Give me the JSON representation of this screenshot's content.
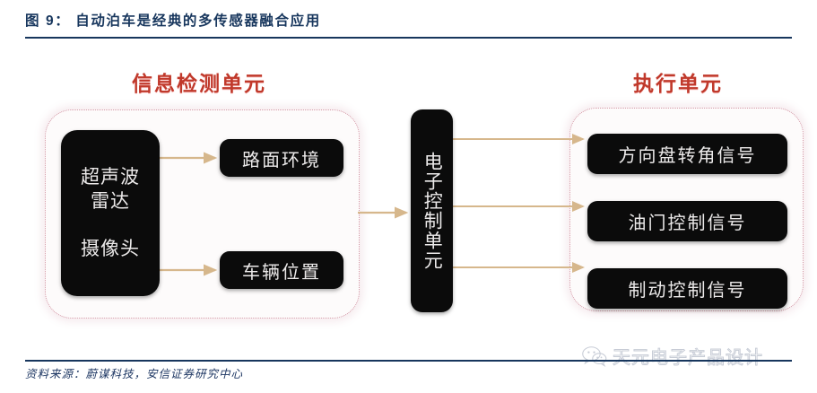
{
  "title": "图 9：  自动泊车是经典的多传感器融合应用",
  "footer": {
    "source": "资料来源：蔚谋科技，安信证券研究中心",
    "watermark_text": "天元电子产品设计",
    "watermark_icon": "wechat-logo-icon"
  },
  "colors": {
    "title_blue": "#17365d",
    "group_title_red": "#c0392b",
    "dashed_border_pink": "#d59aa8",
    "node_black": "#0b0b0b",
    "node_text": "#eceaea",
    "connector_tan": "#d6b78c"
  },
  "diagram": {
    "groups": [
      {
        "id": "detection",
        "title": "信息检测单元",
        "nodes": [
          {
            "id": "sensors",
            "line1": "超声波",
            "line2": "雷达",
            "line3": "摄像头"
          },
          {
            "id": "road-env",
            "label": "路面环境"
          },
          {
            "id": "vehicle-pos",
            "label": "车辆位置"
          }
        ]
      },
      {
        "id": "actuation",
        "title": "执行单元",
        "nodes": [
          {
            "id": "steering-angle-signal",
            "label": "方向盘转角信号"
          },
          {
            "id": "throttle-control-signal",
            "label": "油门控制信号"
          },
          {
            "id": "brake-control-signal",
            "label": "制动控制信号"
          }
        ]
      }
    ],
    "ecu": {
      "id": "ecu",
      "label": "电子控制单元"
    },
    "connectors": [
      {
        "from": "sensors",
        "to": "road-env"
      },
      {
        "from": "sensors",
        "to": "vehicle-pos"
      },
      {
        "from": "detection",
        "to": "ecu"
      },
      {
        "from": "ecu",
        "to": "steering-angle-signal"
      },
      {
        "from": "ecu",
        "to": "throttle-control-signal"
      },
      {
        "from": "ecu",
        "to": "brake-control-signal"
      }
    ]
  }
}
